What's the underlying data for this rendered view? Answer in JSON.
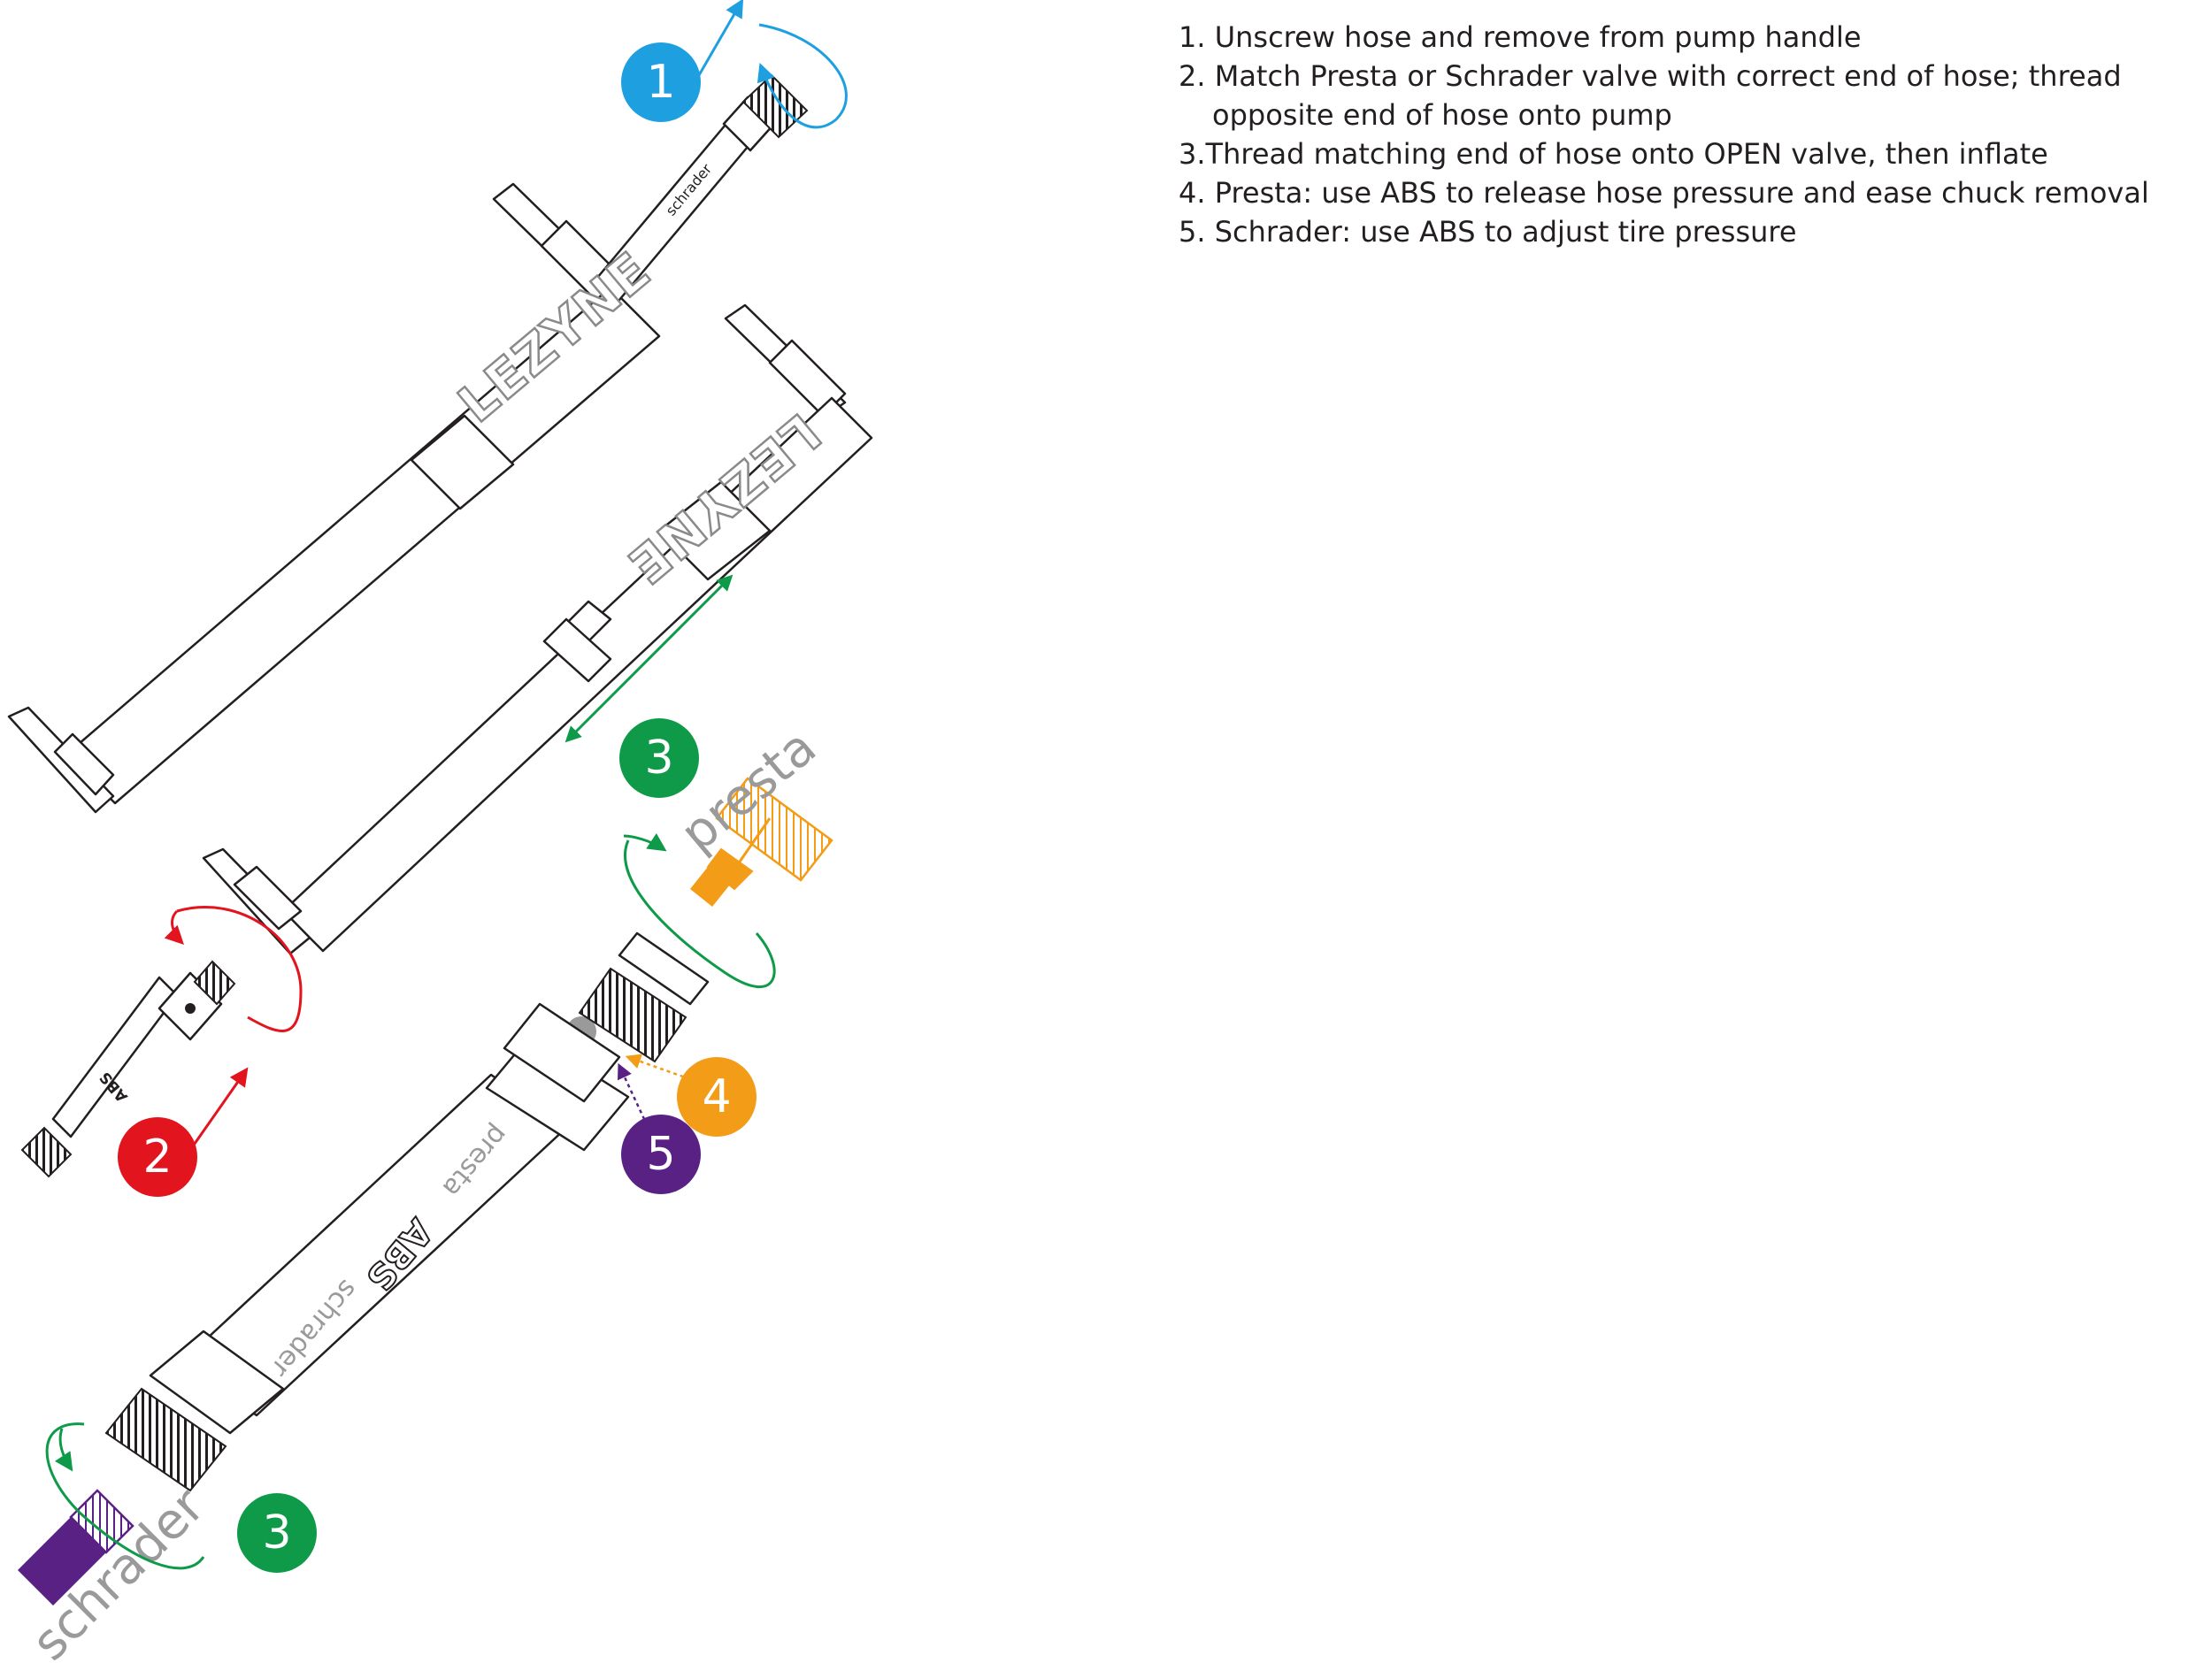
{
  "instructions": [
    "1. Unscrew hose and remove from pump handle",
    "2. Match Presta or Schrader valve with correct end of hose; thread opposite end of hose onto pump",
    "3.Thread matching end of hose onto OPEN valve, then inflate",
    "4. Presta: use ABS to release hose pressure and ease chuck removal",
    "5. Schrader: use ABS to adjust tire pressure"
  ],
  "badges": {
    "b1": "1",
    "b2": "2",
    "b3a": "3",
    "b3b": "3",
    "b4": "4",
    "b5": "5"
  },
  "labels": {
    "brand_top": "LEZYNE",
    "brand_second": "LEZYNE",
    "hose_schrader_small": "schrader",
    "abs_small": "ABS",
    "presta_valve": "presta",
    "schrader_valve": "schrader",
    "hose_presta": "presta",
    "hose_abs": "ABS",
    "hose_schrader": "schrader"
  },
  "colors": {
    "step1": "#1ea0e0",
    "step2": "#e2141e",
    "step3": "#0e9a48",
    "step4": "#f39c17",
    "step5": "#5a2185",
    "outline": "#231f20"
  }
}
